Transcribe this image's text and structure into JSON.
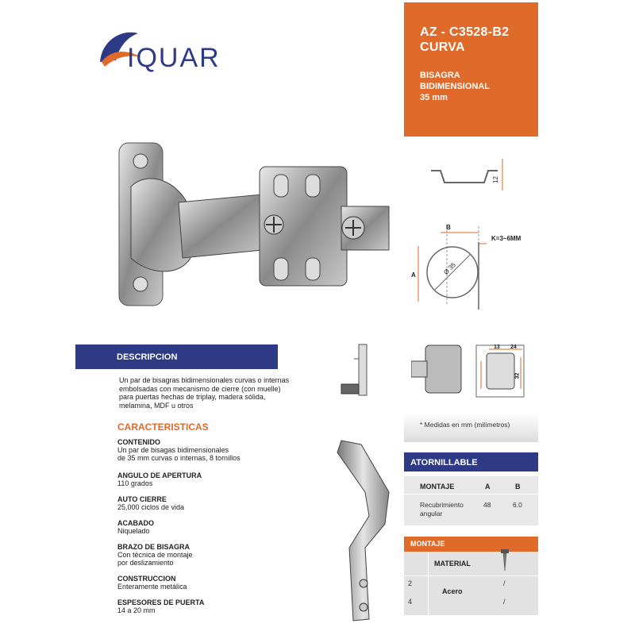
{
  "brand": {
    "name": "IQUAR"
  },
  "header": {
    "model_line1": "AZ - C3528-B2",
    "model_line2": "CURVA",
    "sub_line1": "BISAGRA",
    "sub_line2": "BIDIMENSIONAL",
    "sub_line3": "35 mm"
  },
  "diagrams": {
    "height_label": "12",
    "b_label": "B",
    "k_label": "K=3~6MM",
    "a_label": "A",
    "dia_label": "Ø 35",
    "dim_13": "13",
    "dim_24": "24",
    "dim_32": "32"
  },
  "description": {
    "title": "DESCRIPCION",
    "lines": [
      "Un par de bisagras bidimensionales curvas o internas",
      "embolsadas con mecanismo de cierre (con muelle)",
      "para puertas hechas de triplay, madera sólida,",
      "melamina, MDF u otros"
    ]
  },
  "characteristics": {
    "title": "CARACTERISTICAS",
    "items": [
      {
        "label": "CONTENIDO",
        "lines": [
          "Un par de bisagas bidimensionales",
          "de 35 mm curvas o internas, 8 tornillos"
        ]
      },
      {
        "label": "ANGULO DE APERTURA",
        "lines": [
          "110 grados"
        ]
      },
      {
        "label": "AUTO CIERRE",
        "lines": [
          "25,000 ciclos de vida"
        ]
      },
      {
        "label": "ACABADO",
        "lines": [
          "Niquelado"
        ]
      },
      {
        "label": "BRAZO DE BISAGRA",
        "lines": [
          "Con técnica de montaje",
          "por deslizamiento"
        ]
      },
      {
        "label": "CONSTRUCCION",
        "lines": [
          "Enteramente metálica"
        ]
      },
      {
        "label": "ESPESORES DE PUERTA",
        "lines": [
          "14 a 20 mm"
        ]
      }
    ]
  },
  "note": "* Medidas en mm (milímetros)",
  "atornillable": {
    "title": "ATORNILLABLE",
    "headers": [
      "MONTAJE",
      "A",
      "B"
    ],
    "row": {
      "montaje_line1": "Recubrimiento",
      "montaje_line2": "angular",
      "a": "48",
      "b": "6.0"
    }
  },
  "montaje": {
    "title": "MONTAJE",
    "material_header": "MATERIAL",
    "material": "Acero",
    "rows": [
      {
        "n": "2",
        "v": "/"
      },
      {
        "n": "4",
        "v": "/"
      }
    ]
  },
  "colors": {
    "orange": "#e06a2a",
    "navy": "#2e3a86"
  }
}
